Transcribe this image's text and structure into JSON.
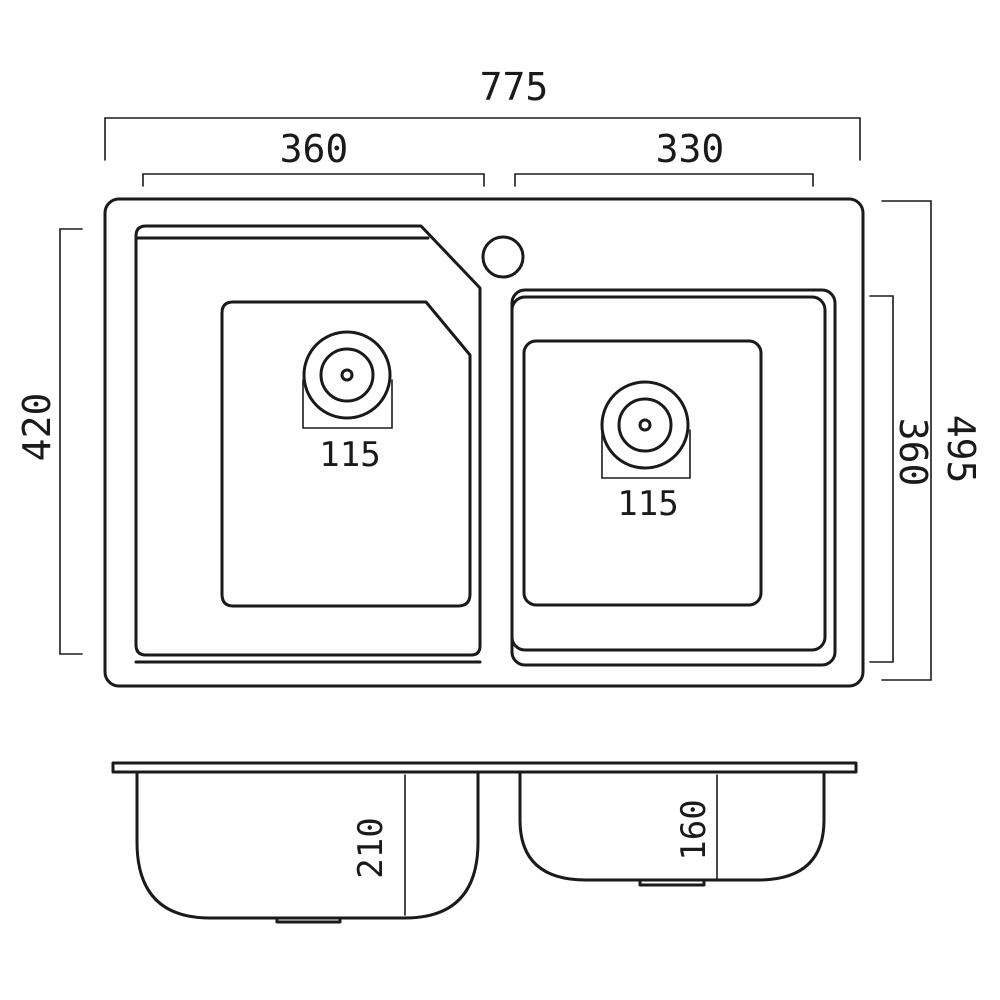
{
  "dimensions": {
    "overall_width": "775",
    "left_bowl_width": "360",
    "right_bowl_width": "330",
    "left_bowl_length": "420",
    "right_bowl_length": "360",
    "overall_depth": "495",
    "left_drain": "115",
    "right_drain": "115",
    "left_bowl_depth": "210",
    "right_bowl_depth": "160"
  },
  "colors": {
    "stroke": "#1a1a1a",
    "background": "#ffffff"
  }
}
